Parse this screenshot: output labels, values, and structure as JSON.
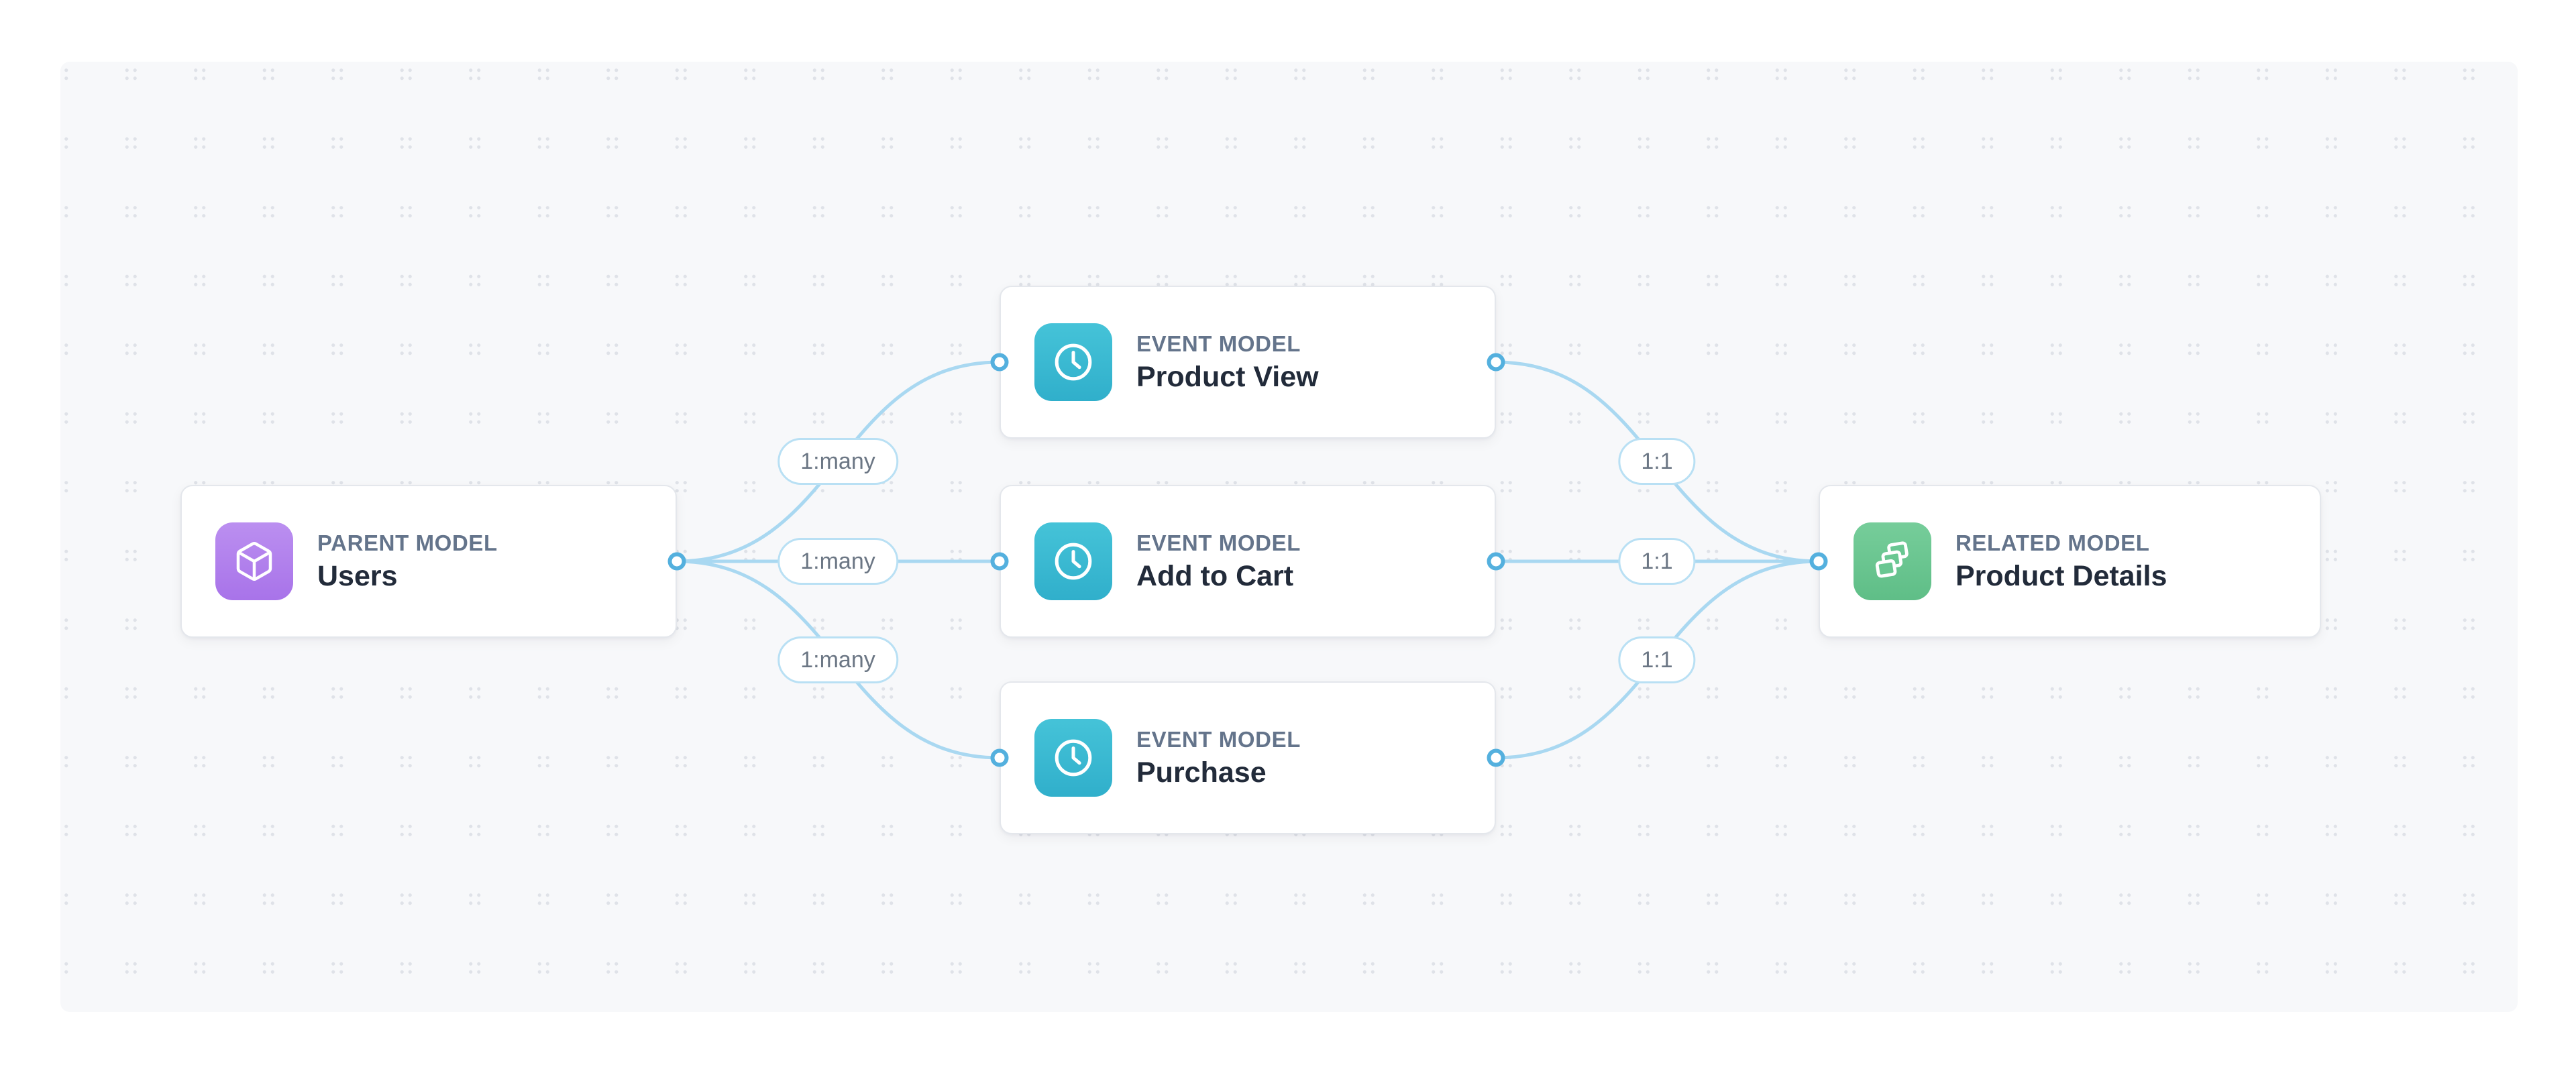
{
  "canvas": {
    "background_color": "#f7f8fa",
    "dot_color": "#dfe2e8"
  },
  "nodes": {
    "users": {
      "type_label": "PARENT MODEL",
      "name": "Users",
      "icon": "cube-icon",
      "icon_color": "#a873e9"
    },
    "product_view": {
      "type_label": "EVENT MODEL",
      "name": "Product View",
      "icon": "clock-icon",
      "icon_color": "#35b4cf"
    },
    "add_to_cart": {
      "type_label": "EVENT MODEL",
      "name": "Add to Cart",
      "icon": "clock-icon",
      "icon_color": "#35b4cf"
    },
    "purchase": {
      "type_label": "EVENT MODEL",
      "name": "Purchase",
      "icon": "clock-icon",
      "icon_color": "#35b4cf"
    },
    "product_details": {
      "type_label": "RELATED MODEL",
      "name": "Product Details",
      "icon": "layers-icon",
      "icon_color": "#64c28c"
    }
  },
  "edges": {
    "users_to_product_view": {
      "label": "1:many"
    },
    "users_to_add_to_cart": {
      "label": "1:many"
    },
    "users_to_purchase": {
      "label": "1:many"
    },
    "product_view_to_product_details": {
      "label": "1:1"
    },
    "add_to_cart_to_product_details": {
      "label": "1:1"
    },
    "purchase_to_product_details": {
      "label": "1:1"
    }
  },
  "colors": {
    "edge_stroke": "#a9d8f1",
    "handle_stroke": "#54b0de",
    "pill_border": "#b9e0f4",
    "label_text": "#64748b",
    "name_text": "#222b3a"
  }
}
